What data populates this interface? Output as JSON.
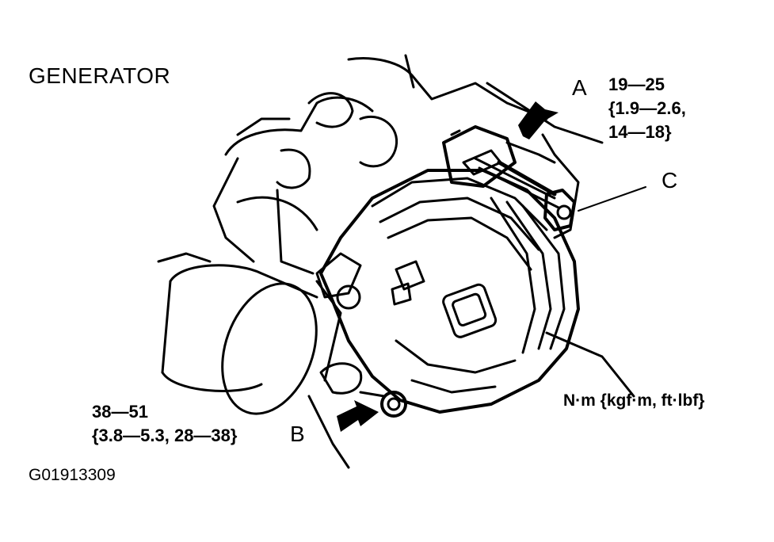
{
  "title": "GENERATOR",
  "callouts": {
    "A": {
      "letter": "A",
      "line1": "19—25",
      "line2": "{1.9—2.6,",
      "line3": "14—18}"
    },
    "B": {
      "letter": "B",
      "line1": "38—51",
      "line2": "{3.8—5.3,  28—38}"
    },
    "C": {
      "letter": "C"
    }
  },
  "units": "N·m {kgf·m, ft·lbf}",
  "figure_id": "G01913309"
}
